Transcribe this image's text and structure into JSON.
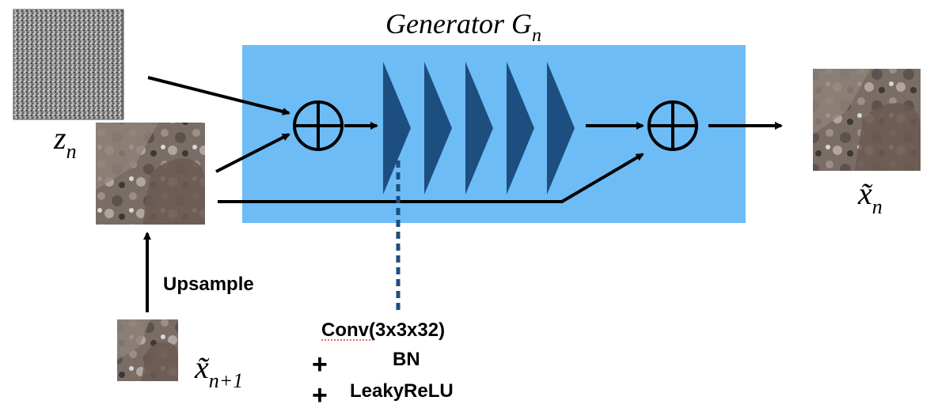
{
  "title": "Generator G",
  "title_subscript": "n",
  "inputs": {
    "noise_label": "z",
    "noise_subscript": "n",
    "upsample_label": "Upsample",
    "prev_scale_label": "x̃",
    "prev_scale_subscript": "n+1"
  },
  "output": {
    "label": "x̃",
    "subscript": "n"
  },
  "layer_desc": {
    "line1": "Conv(3x3x32)",
    "line2": "BN",
    "line3": "LeakyReLU",
    "plus_symbol": "+"
  },
  "colors": {
    "generator_box": "#6dbcf6",
    "conv_block": "#1c4e80",
    "dotted_line": "#1c4e80"
  }
}
